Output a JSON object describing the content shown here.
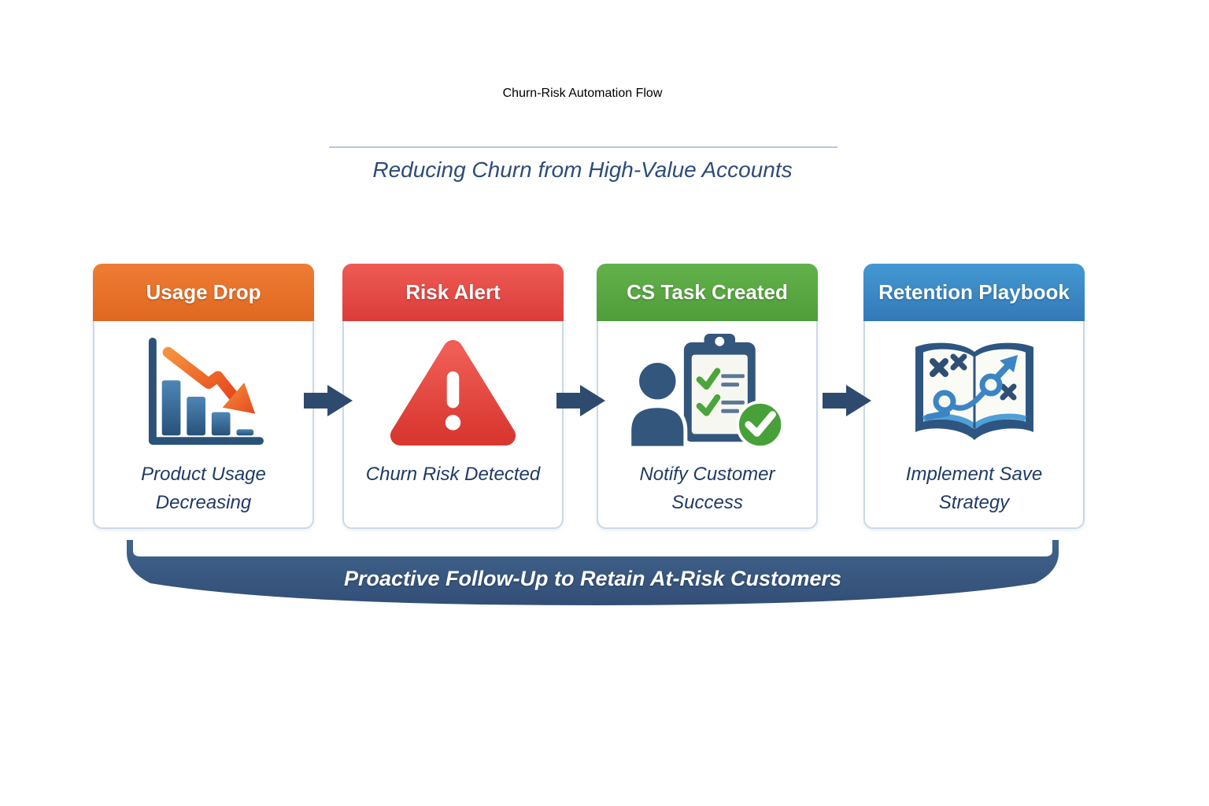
{
  "header": {
    "title": "Churn-Risk Automation Flow",
    "subtitle": "Reducing Churn from High-Value Accounts"
  },
  "steps": [
    {
      "label": "Usage Drop",
      "caption": "Product Usage Decreasing",
      "icon": "declining-bar-chart-icon",
      "header_color": "#E8722B"
    },
    {
      "label": "Risk Alert",
      "caption": "Churn Risk Detected",
      "icon": "warning-triangle-icon",
      "header_color": "#E44A46"
    },
    {
      "label": "CS Task Created",
      "caption": "Notify Customer Success",
      "icon": "customer-success-task-icon",
      "header_color": "#58A641"
    },
    {
      "label": "Retention Playbook",
      "caption": "Implement Save Strategy",
      "icon": "retention-playbook-icon",
      "header_color": "#3B8AC7"
    }
  ],
  "banner": {
    "text": "Proactive Follow-Up to Retain At-Risk Customers",
    "color": "#3A5B84"
  },
  "colors": {
    "title_text": "#2B4770",
    "subtitle_text": "#2C4C77",
    "caption_text": "#1F3A66",
    "flow_arrow": "#2E4A6E",
    "card_border": "#C9D9EA",
    "divider": "#B3C8DC"
  }
}
